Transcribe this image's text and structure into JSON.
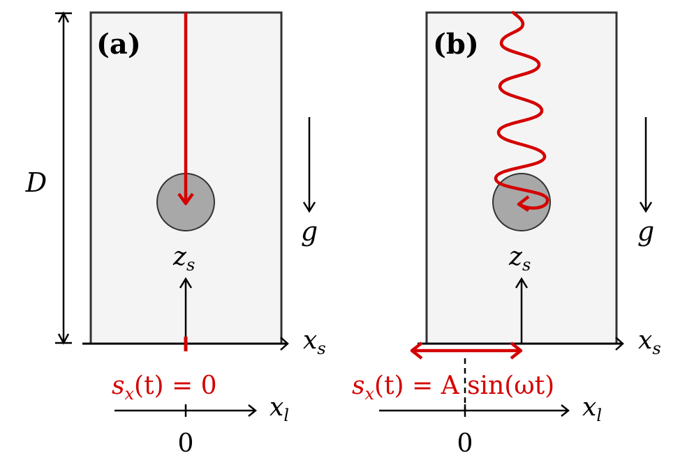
{
  "colors": {
    "box_fill": "#f4f4f4",
    "box_stroke": "#333333",
    "sphere_fill": "#a8a8a8",
    "trajectory": "#d40000",
    "axis": "#000000",
    "label_red": "#d40000"
  },
  "icons": {
    "gravity": "down-arrow-icon",
    "axis_arrow": "right-arrow-icon",
    "up_arrow": "up-arrow-icon"
  },
  "labels": {
    "D": "D",
    "g": "g",
    "zero": "0",
    "x": "x",
    "z": "z",
    "sub_s": "s",
    "sub_l": "l"
  },
  "panel_a": {
    "tag": "(a)",
    "eq_left": "s",
    "eq_sub": "x",
    "eq_right": "(t) = 0"
  },
  "panel_b": {
    "tag": "(b)",
    "eq_left": "s",
    "eq_sub": "x",
    "eq_mid": "(t) = ",
    "eq_right": "A sin(ωt)"
  }
}
